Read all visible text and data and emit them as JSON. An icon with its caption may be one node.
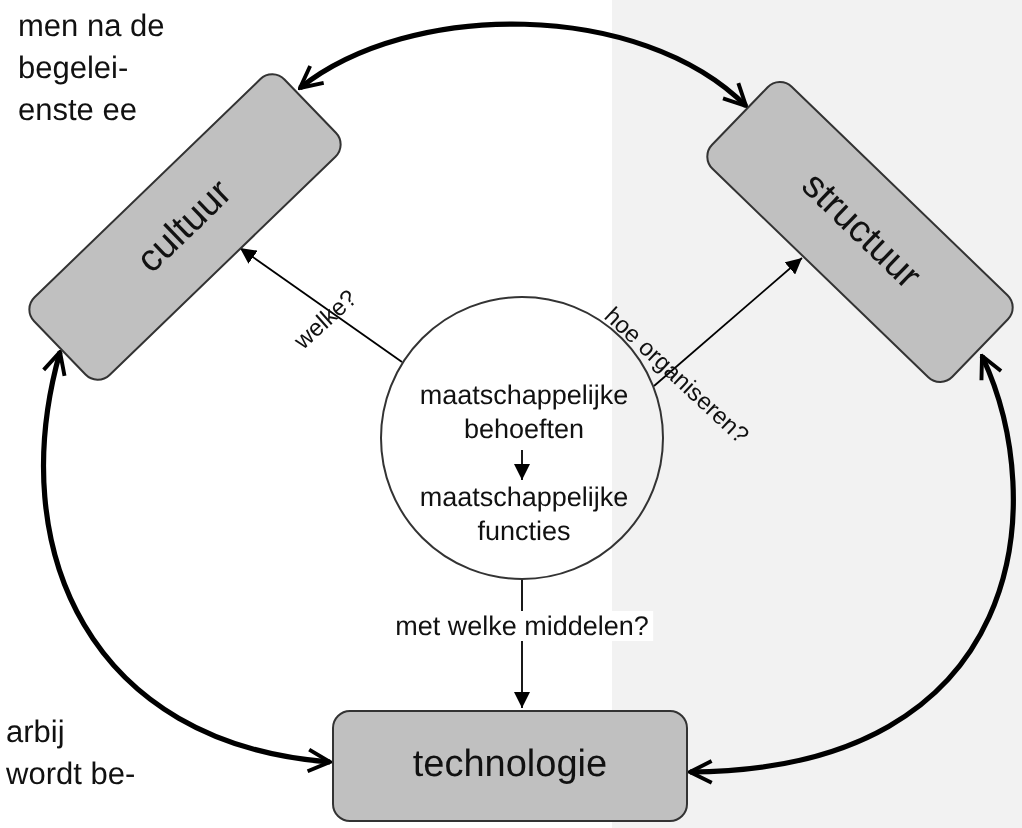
{
  "diagram": {
    "nodes": [
      {
        "text": [
          "cultuur"
        ]
      },
      {
        "text": [
          "structuur"
        ]
      },
      {
        "text": [],
        "shape": "circle"
      },
      {
        "text": [
          "maatschappelijke behoeften"
        ],
        "in": 2
      },
      {
        "text": [
          "maatschappelijke functies"
        ],
        "in": 2
      },
      {
        "text": [
          "technologie"
        ]
      }
    ],
    "edges": [
      {
        "from": 0,
        "to": 1,
        "arrow": "both",
        "style": "thick"
      },
      {
        "from": 1,
        "to": 5,
        "arrow": "both",
        "style": "thick"
      },
      {
        "from": 0,
        "to": 5,
        "arrow": "both",
        "style": "thick"
      },
      {
        "from": 2,
        "to": 0,
        "arrow": "to",
        "label": "welke?"
      },
      {
        "from": 2,
        "to": 1,
        "arrow": "to",
        "label": "hoe organiseren?"
      },
      {
        "from": 2,
        "to": 5,
        "arrow": "to",
        "label": "met welke middelen?"
      },
      {
        "from": 3,
        "to": 4,
        "arrow": "to"
      }
    ],
    "labels": [
      "men na de begelei- enste ee",
      "arbij wordt be-"
    ]
  }
}
